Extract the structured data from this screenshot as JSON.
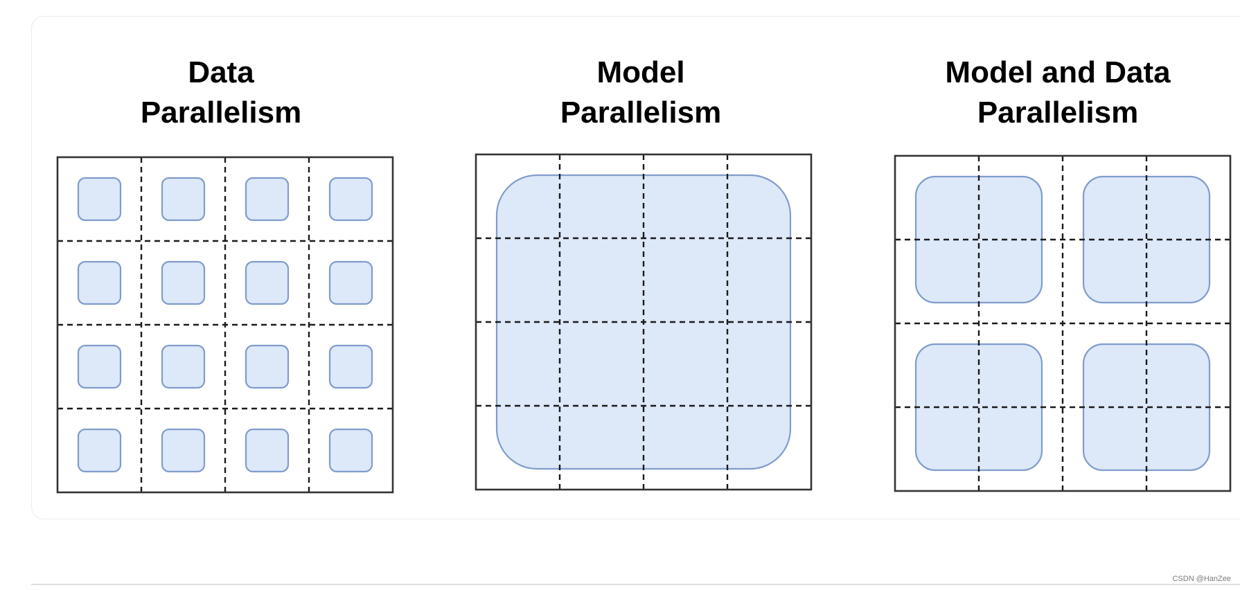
{
  "panels": [
    {
      "title_lines": [
        "Data",
        "Parallelism"
      ],
      "grid_divisions": 4,
      "blocks_per_side": 4
    },
    {
      "title_lines": [
        "Model",
        "Parallelism"
      ],
      "grid_divisions": 4,
      "blocks_per_side": 1
    },
    {
      "title_lines": [
        "Model and Data",
        "Parallelism"
      ],
      "grid_divisions": 4,
      "blocks_per_side": 2
    }
  ],
  "colors": {
    "block_fill": "#dde8f8",
    "block_stroke": "#7f9ccc",
    "grid_border": "#333333",
    "grid_dash": "#1a1a1a"
  },
  "watermark": "CSDN @HanZee"
}
